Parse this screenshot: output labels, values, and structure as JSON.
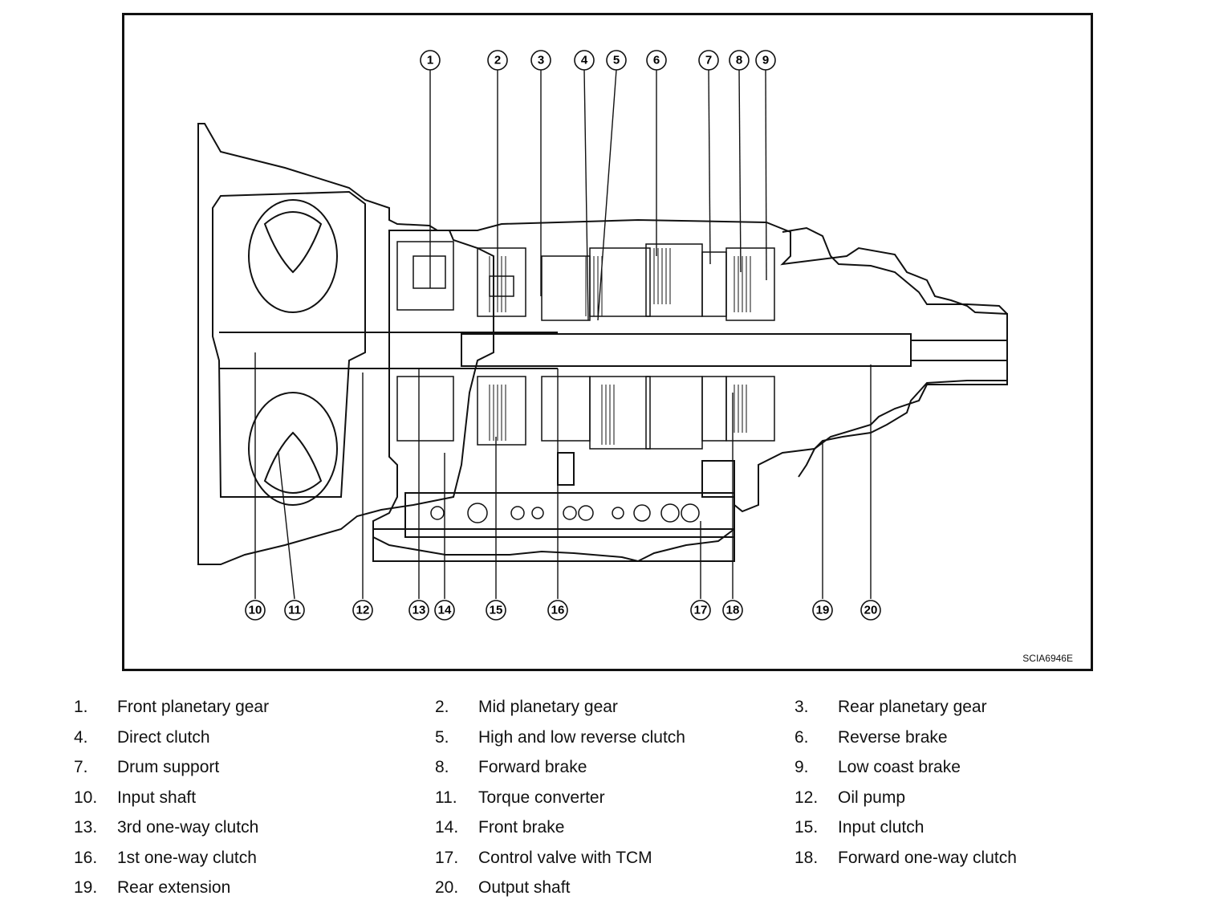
{
  "figure_id": "SCIA6946E",
  "legend": [
    {
      "num": "1.",
      "text": "Front planetary gear"
    },
    {
      "num": "2.",
      "text": "Mid planetary gear"
    },
    {
      "num": "3.",
      "text": "Rear planetary gear"
    },
    {
      "num": "4.",
      "text": "Direct clutch"
    },
    {
      "num": "5.",
      "text": "High and low reverse clutch"
    },
    {
      "num": "6.",
      "text": "Reverse brake"
    },
    {
      "num": "7.",
      "text": "Drum support"
    },
    {
      "num": "8.",
      "text": "Forward brake"
    },
    {
      "num": "9.",
      "text": "Low coast brake"
    },
    {
      "num": "10.",
      "text": "Input shaft"
    },
    {
      "num": "11.",
      "text": "Torque converter"
    },
    {
      "num": "12.",
      "text": "Oil pump"
    },
    {
      "num": "13.",
      "text": "3rd one-way clutch"
    },
    {
      "num": "14.",
      "text": "Front brake"
    },
    {
      "num": "15.",
      "text": "Input clutch"
    },
    {
      "num": "16.",
      "text": "1st one-way clutch"
    },
    {
      "num": "17.",
      "text": "Control valve with TCM"
    },
    {
      "num": "18.",
      "text": "Forward one-way clutch"
    },
    {
      "num": "19.",
      "text": "Rear extension"
    },
    {
      "num": "20.",
      "text": "Output shaft"
    }
  ],
  "callouts_top": [
    "1",
    "2",
    "3",
    "4",
    "5",
    "6",
    "7",
    "8",
    "9"
  ],
  "callouts_bottom": [
    "10",
    "11",
    "12",
    "13",
    "14",
    "15",
    "16",
    "17",
    "18",
    "19",
    "20"
  ]
}
